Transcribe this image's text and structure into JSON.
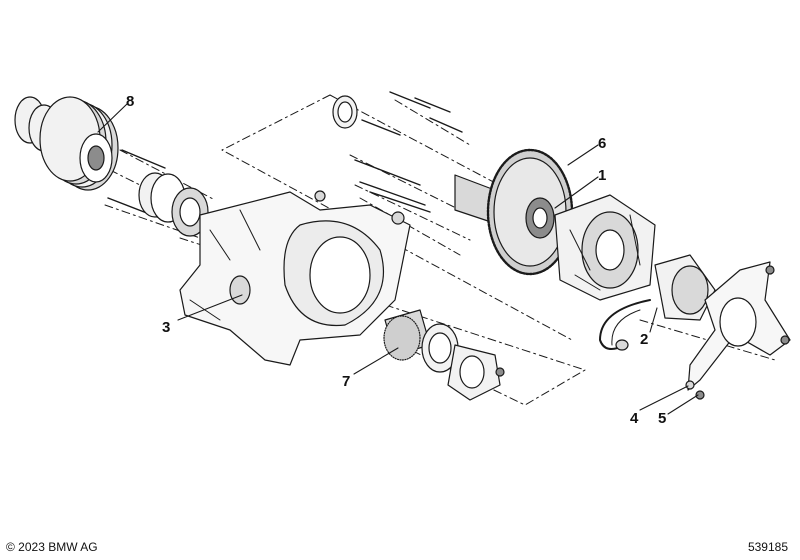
{
  "callouts": {
    "c1": "1",
    "c2": "2",
    "c3": "3",
    "c4": "4",
    "c5": "5",
    "c6": "6",
    "c7": "7",
    "c8": "8"
  },
  "footer": {
    "copyright": "© 2023 BMW AG",
    "diagram_id": "539185"
  },
  "colors": {
    "line": "#1a1a1a",
    "fill_light": "#f2f2f2",
    "fill_mid": "#d9d9d9",
    "fill_dark": "#8c8c8c"
  }
}
